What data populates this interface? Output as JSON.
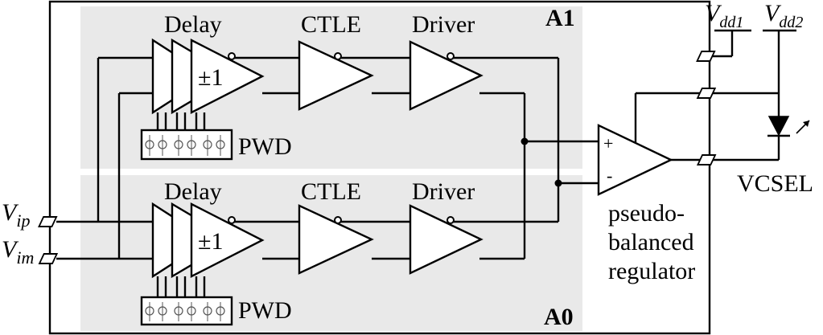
{
  "labels": {
    "delay": "Delay",
    "ctle": "CTLE",
    "driver": "Driver",
    "pm1": "±1",
    "pwd": "PWD",
    "block_top": "A1",
    "block_bottom": "A0",
    "vdd1_main": "V",
    "vdd1_sub": "dd1",
    "vdd2_main": "V",
    "vdd2_sub": "dd2",
    "vip_main": "V",
    "vip_sub": "ip",
    "vim_main": "V",
    "vim_sub": "im",
    "plus": "+",
    "minus": "-",
    "vcsel": "VCSEL",
    "regulator_line1": "pseudo-",
    "regulator_line2": "balanced",
    "regulator_line3": "regulator"
  },
  "icons": {
    "vcsel": "laser-diode-icon",
    "pwd_cells": "pwd-cell-icon"
  },
  "colors": {
    "panel": "#e9e9e9",
    "line": "#000000",
    "background": "#ffffff"
  }
}
